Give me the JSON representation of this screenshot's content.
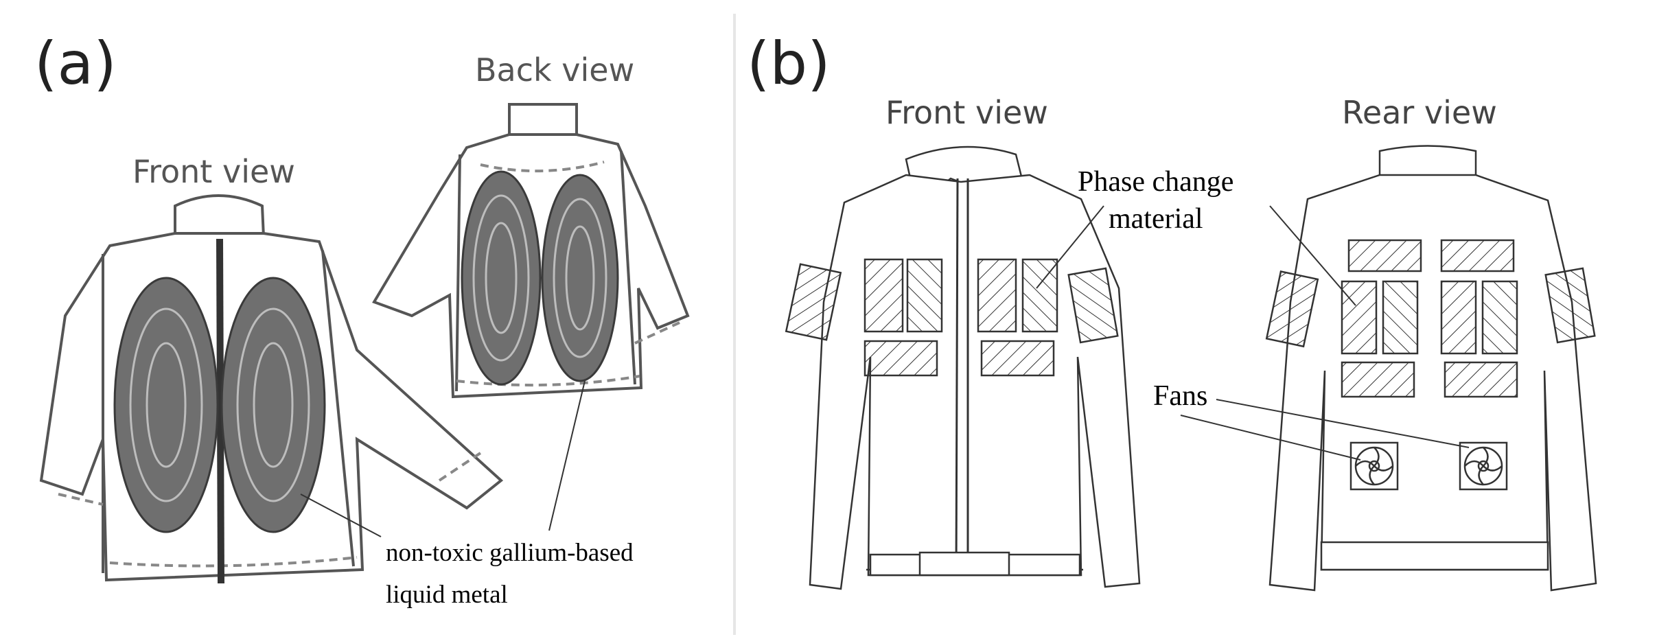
{
  "panel_a": {
    "label": "(a)",
    "front_title": "Front view",
    "back_title": "Back view",
    "annotation_line1": "non-toxic gallium-based",
    "annotation_line2": "liquid metal"
  },
  "panel_b": {
    "label": "(b)",
    "front_title": "Front view",
    "rear_title": "Rear view",
    "pcm_line1": "Phase change",
    "pcm_line2": "material",
    "fans_label": "Fans"
  }
}
